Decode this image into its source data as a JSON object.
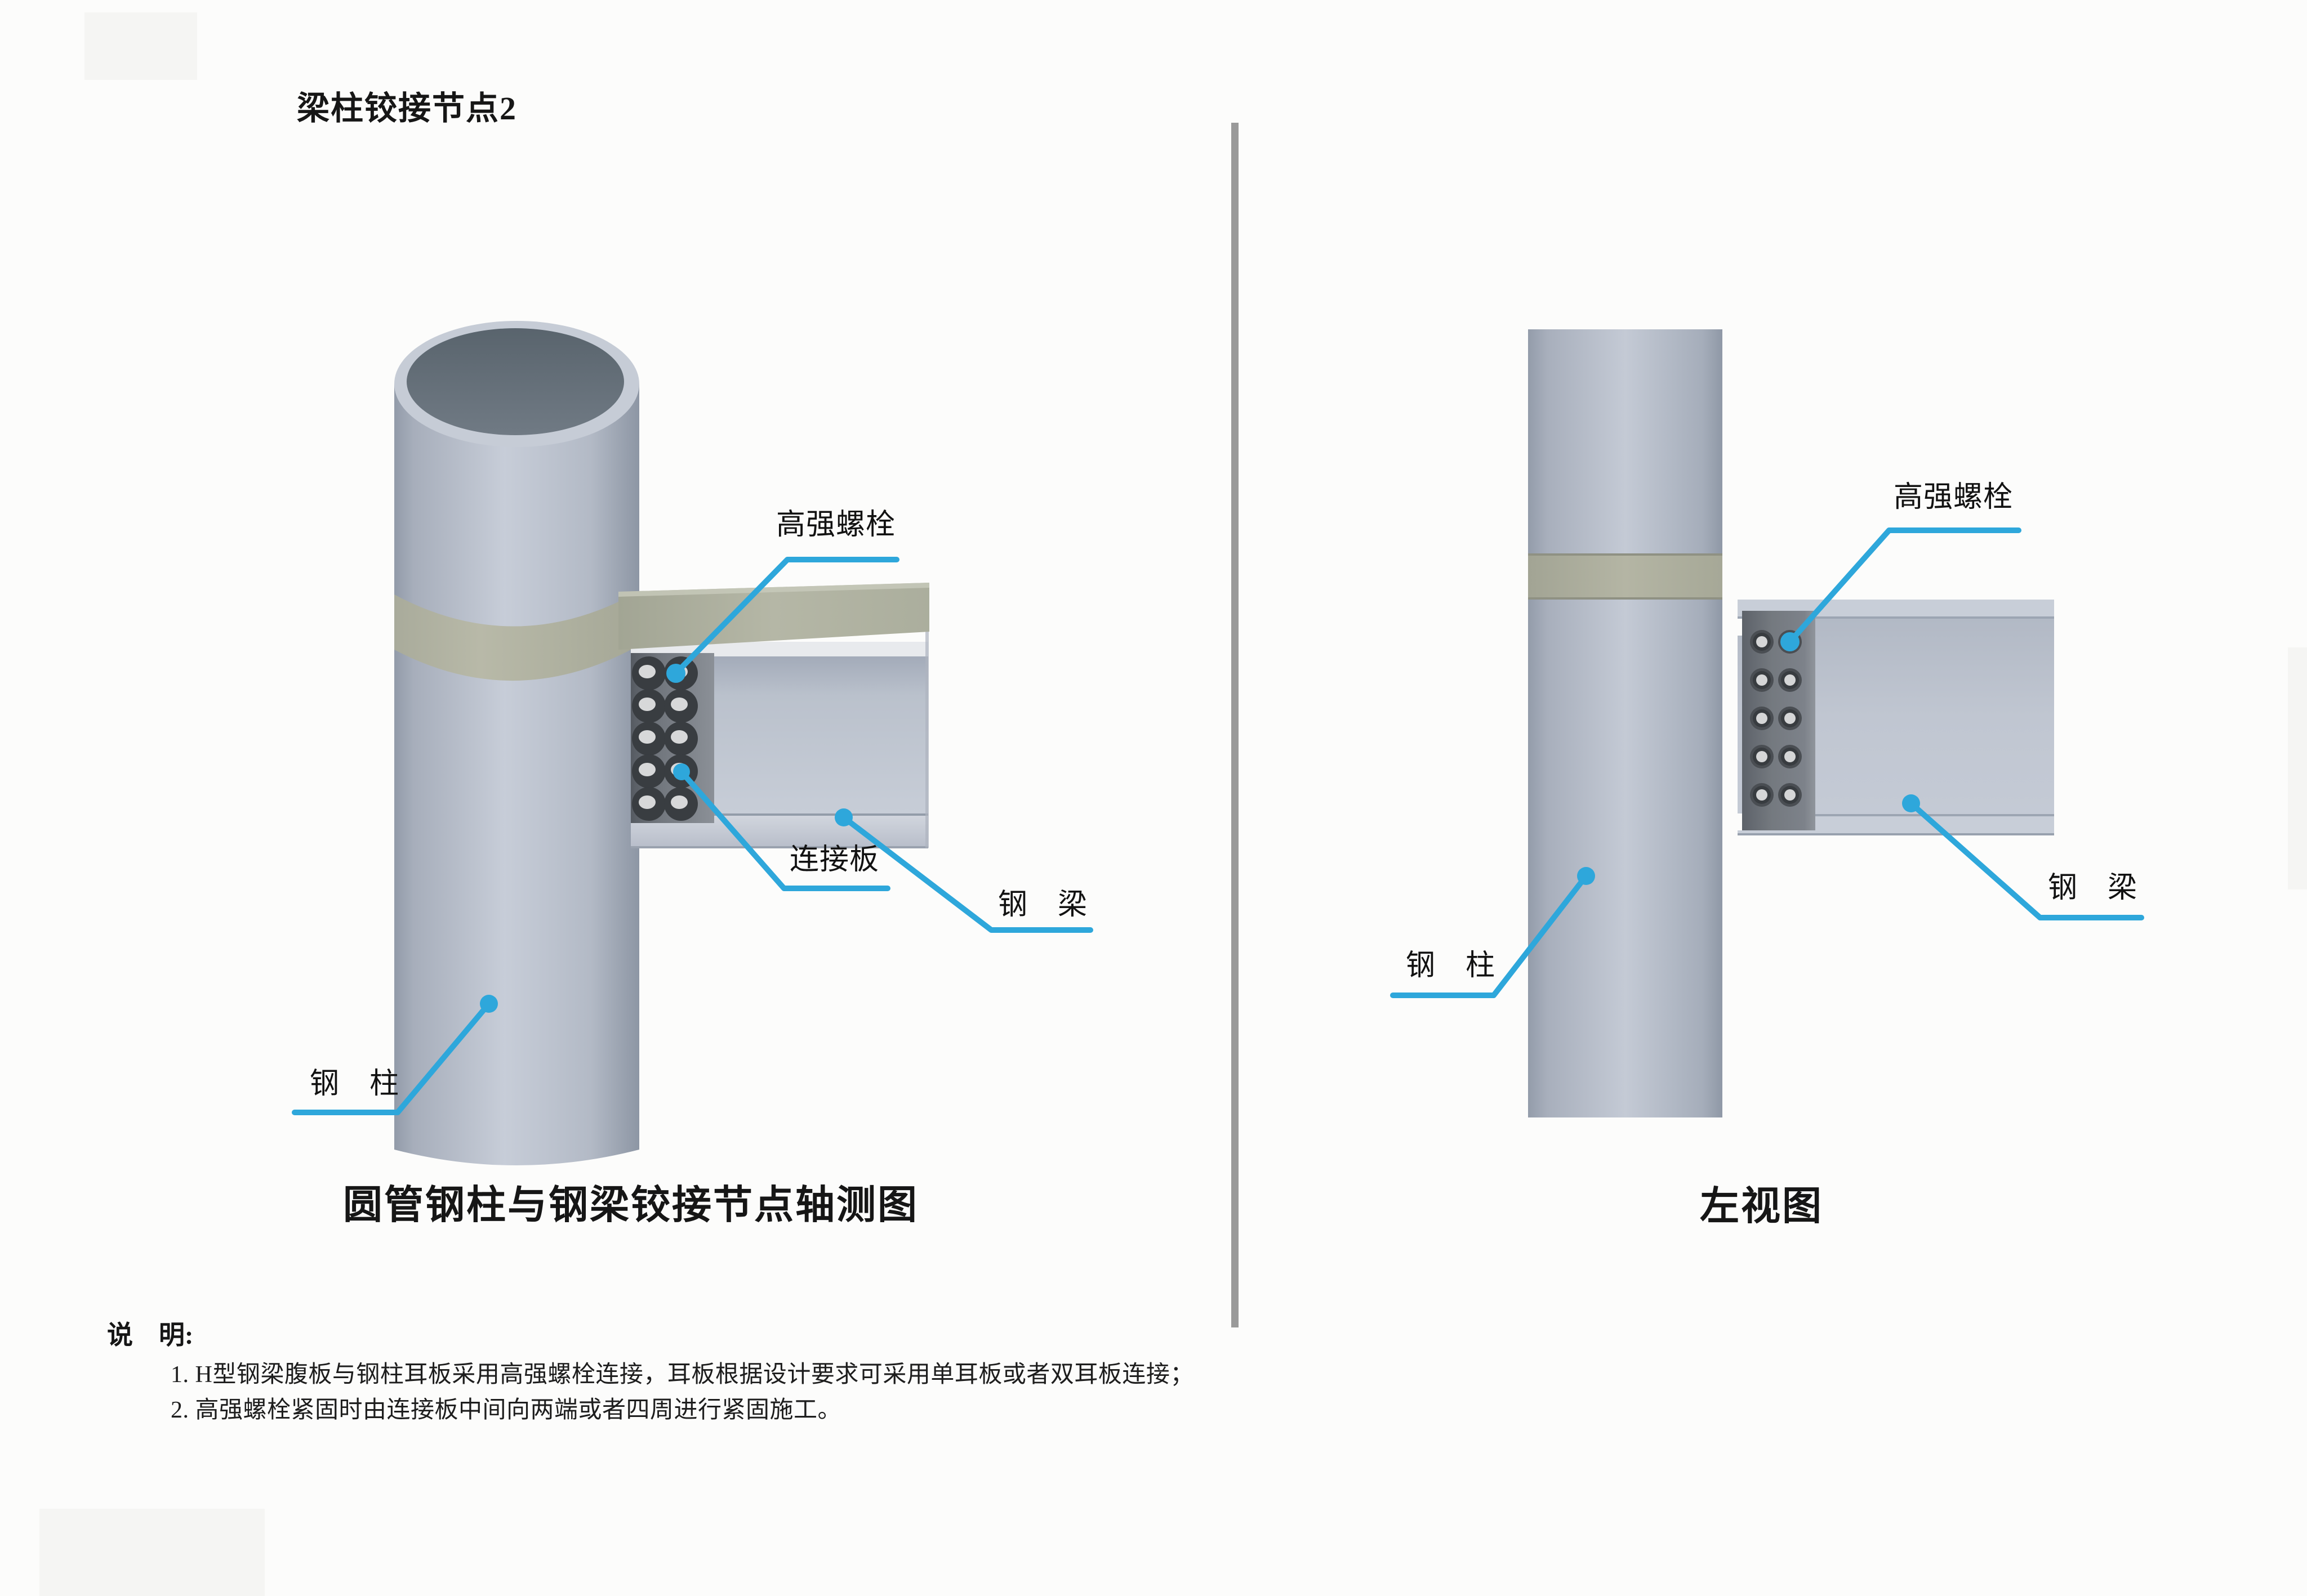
{
  "page": {
    "title": "梁柱铰接节点2"
  },
  "left_view": {
    "caption": "圆管钢柱与钢梁铰接节点轴测图",
    "labels": {
      "bolts": "高强螺栓",
      "plate": "连接板",
      "beam": "钢　梁",
      "column": "钢　柱"
    }
  },
  "right_view": {
    "caption": "左视图",
    "labels": {
      "bolts": "高强螺栓",
      "beam": "钢　梁",
      "column": "钢　柱"
    }
  },
  "notes": {
    "heading": "说　明:",
    "items": [
      "1. H型钢梁腹板与钢柱耳板采用高强螺栓连接，耳板根据设计要求可采用单耳板或者双耳板连接；",
      "2. 高强螺栓紧固时由连接板中间向两端或者四周进行紧固施工。"
    ]
  },
  "colors": {
    "leader_blue": "#2ea7db",
    "steel_light": "#c4cad5",
    "band_green": "#b2b3a2",
    "plate_gray": "#70757c",
    "bolt_dark": "#3c4043",
    "divider_gray": "#9a9a9a"
  }
}
